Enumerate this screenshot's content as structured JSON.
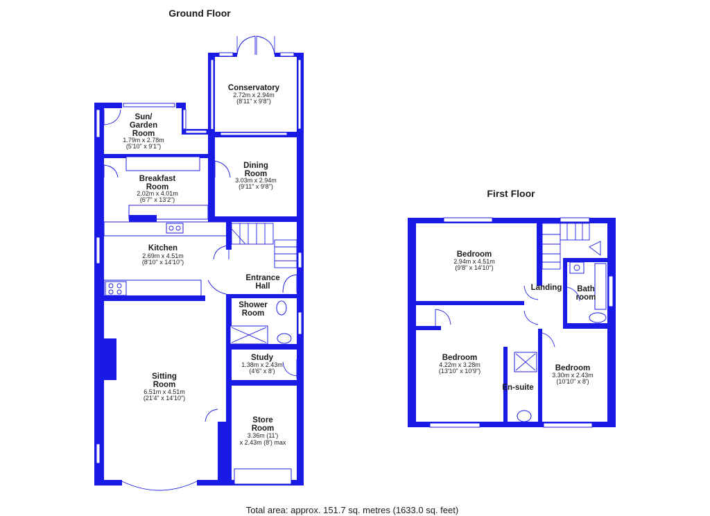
{
  "floors": {
    "ground": "Ground Floor",
    "first": "First Floor"
  },
  "rooms": {
    "conservatory": {
      "name": "Conservatory",
      "dim_m": "2.72m x 2.94m",
      "dim_ft": "(8'11\" x 9'8\")"
    },
    "sun_garden": {
      "name_1": "Sun/",
      "name_2": "Garden",
      "name_3": "Room",
      "dim_m": "1.79m x 2.78m",
      "dim_ft": "(5'10\" x 9'1\")"
    },
    "dining": {
      "name_1": "Dining",
      "name_2": "Room",
      "dim_m": "3.03m x 2.94m",
      "dim_ft": "(9'11\" x 9'8\")"
    },
    "breakfast": {
      "name_1": "Breakfast",
      "name_2": "Room",
      "dim_m": "2.02m x 4.01m",
      "dim_ft": "(6'7\" x 13'2\")"
    },
    "kitchen": {
      "name": "Kitchen",
      "dim_m": "2.69m x 4.51m",
      "dim_ft": "(8'10\" x 14'10\")"
    },
    "entrance": {
      "name_1": "Entrance",
      "name_2": "Hall"
    },
    "shower": {
      "name_1": "Shower",
      "name_2": "Room"
    },
    "study": {
      "name": "Study",
      "dim_m": "1.38m x 2.43m",
      "dim_ft": "(4'6\" x 8')"
    },
    "sitting": {
      "name_1": "Sitting",
      "name_2": "Room",
      "dim_m": "6.51m x 4.51m",
      "dim_ft": "(21'4\" x 14'10\")"
    },
    "store": {
      "name_1": "Store",
      "name_2": "Room",
      "dim_1": "3.36m (11')",
      "dim_2": "x 2.43m (8') max"
    },
    "bedroom1": {
      "name": "Bedroom",
      "dim_m": "2.94m x 4.51m",
      "dim_ft": "(9'8\" x 14'10\")"
    },
    "landing": {
      "name": "Landing"
    },
    "bath": {
      "name_1": "Bath",
      "name_2": "room"
    },
    "bedroom2": {
      "name": "Bedroom",
      "dim_m": "4.22m x 3.28m",
      "dim_ft": "(13'10\" x 10'9\")"
    },
    "ensuite": {
      "name": "En-suite"
    },
    "bedroom3": {
      "name": "Bedroom",
      "dim_m": "3.30m x 2.43m",
      "dim_ft": "(10'10\" x 8')"
    }
  },
  "total_area": "Total area: approx. 151.7 sq. metres (1633.0 sq. feet)",
  "colors": {
    "wall": "#1a1ae6",
    "text": "#1a1a1a",
    "background": "#ffffff"
  }
}
